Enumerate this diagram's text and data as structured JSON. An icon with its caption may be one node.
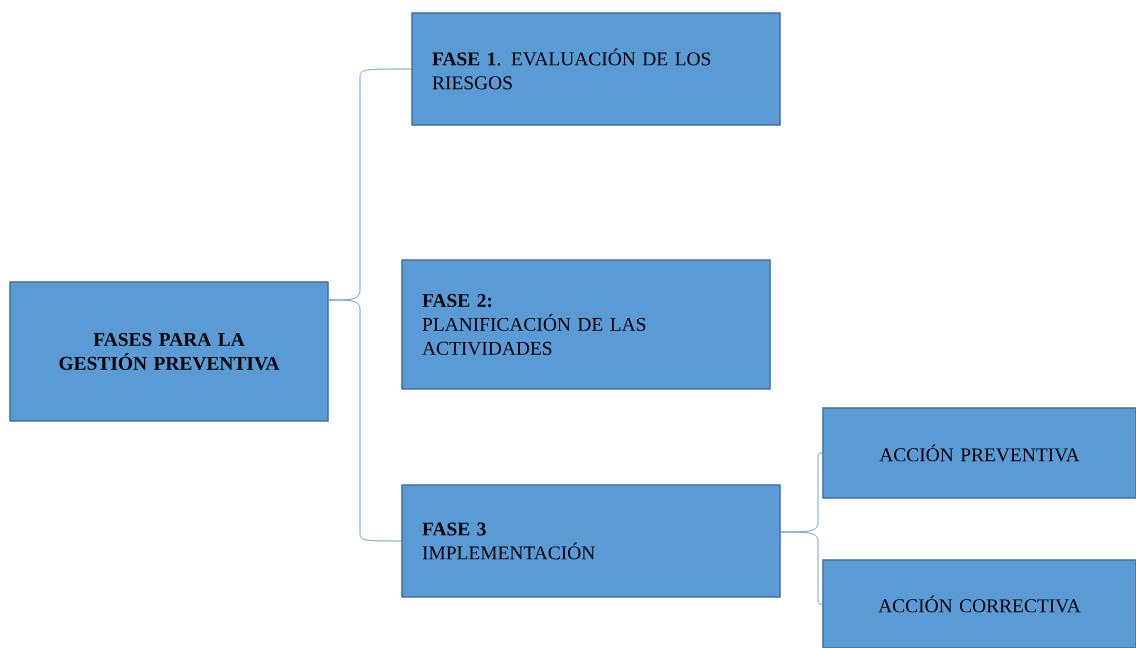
{
  "diagram": {
    "nodes": [
      {
        "text": [
          "FASES PARA LA GESTIÓN PREVENTIVA"
        ]
      },
      {
        "text": [
          "**FASE 1**. EVALUACIÓN DE LOS RIESGOS"
        ]
      },
      {
        "text": [
          "FASE 2:",
          "PLANIFICACIÓN DE LAS ACTIVIDADES"
        ]
      },
      {
        "text": [
          "FASE 3",
          "IMPLEMENTACIÓN"
        ]
      },
      {
        "text": [
          "ACCIÓN PREVENTIVA"
        ]
      },
      {
        "text": [
          "ACCIÓN CORRECTIVA"
        ]
      }
    ],
    "edges": [
      {
        "from": 0,
        "to": 1,
        "arrow": "none"
      },
      {
        "from": 0,
        "to": 3,
        "arrow": "none"
      },
      {
        "from": 3,
        "to": 4,
        "arrow": "none"
      },
      {
        "from": 3,
        "to": 5,
        "arrow": "none"
      }
    ]
  }
}
